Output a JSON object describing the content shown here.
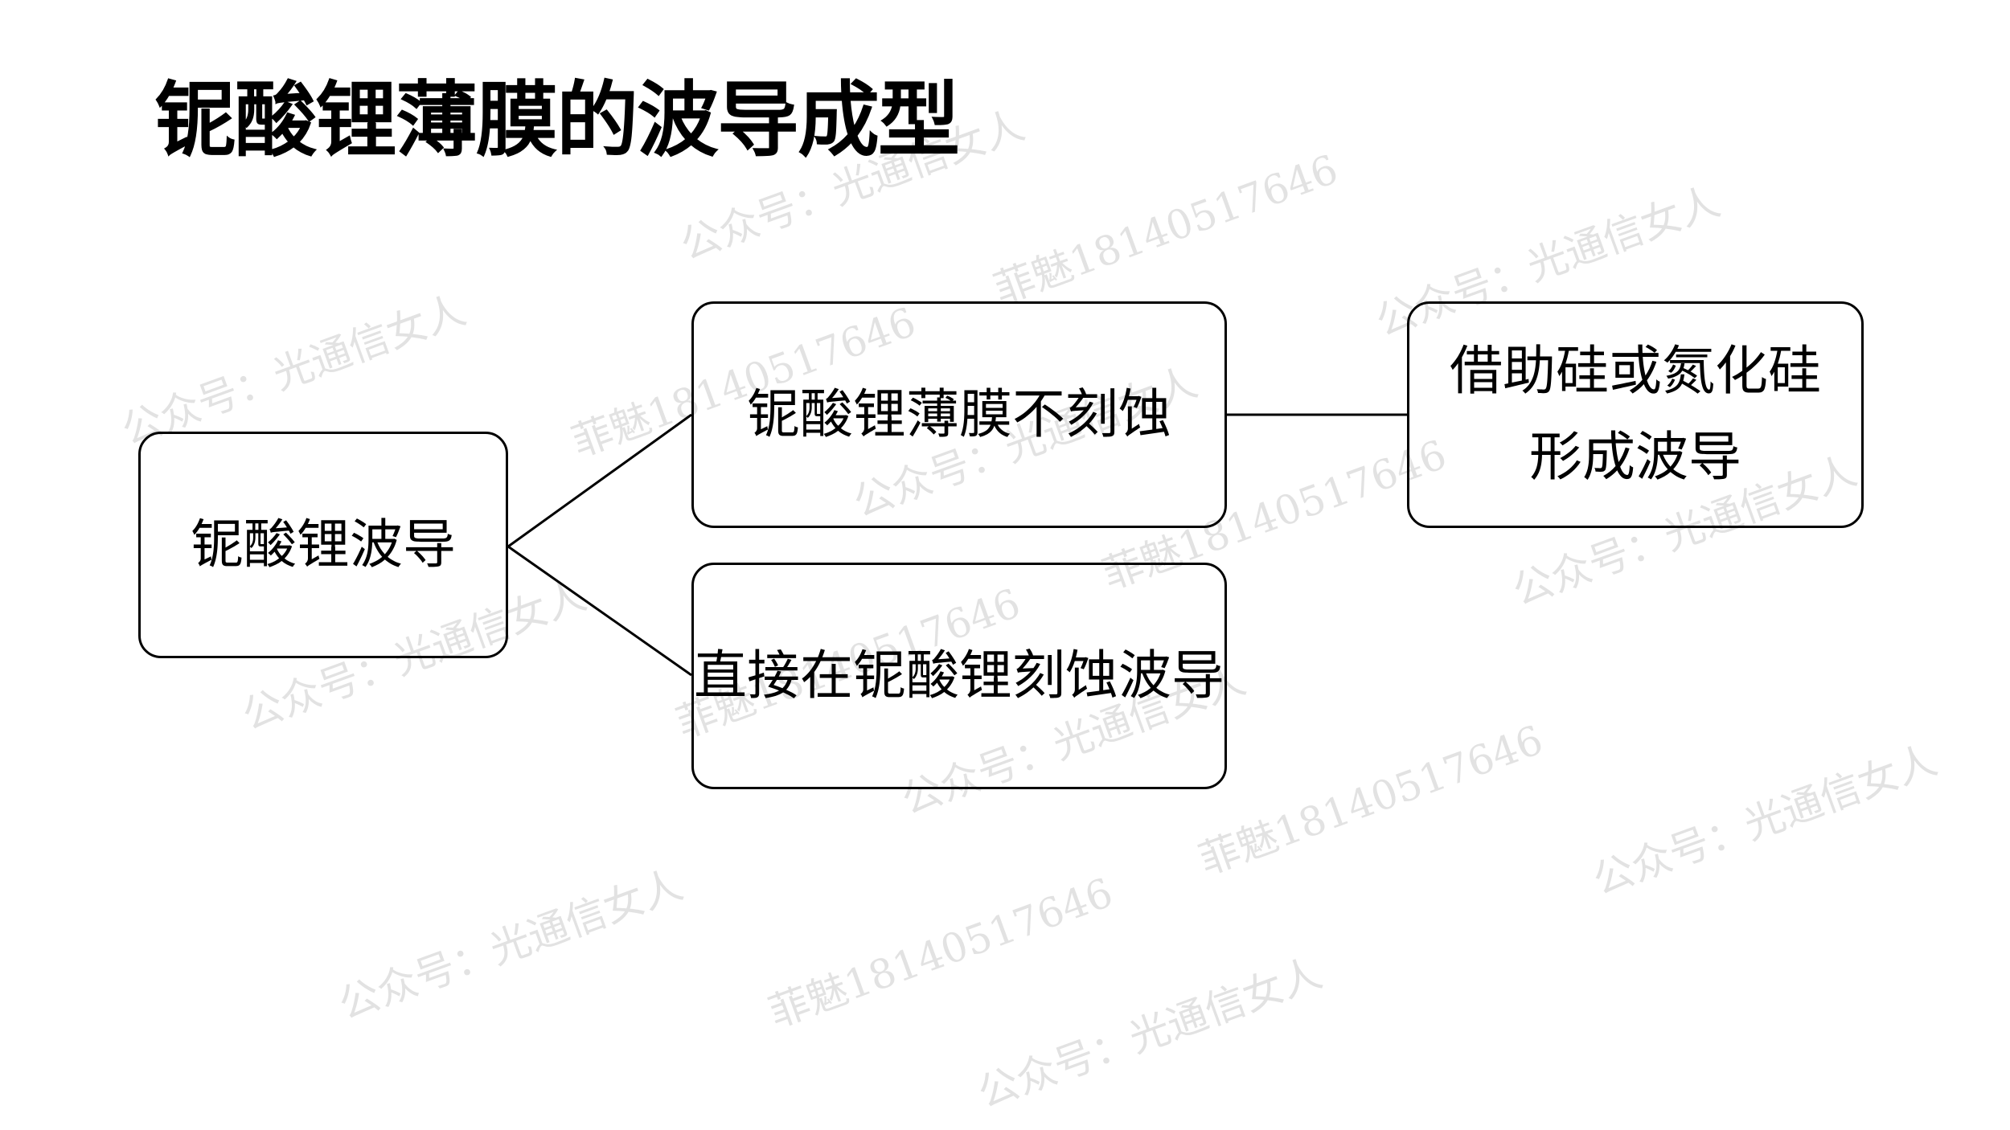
{
  "title": "铌酸锂薄膜的波导成型",
  "nodes": {
    "root": {
      "label": "铌酸锂波导"
    },
    "no_etch": {
      "label": "铌酸锂薄膜不刻蚀"
    },
    "direct_etch": {
      "label": "直接在铌酸锂刻蚀波导"
    },
    "assist": {
      "line1": "借助硅或氮化硅",
      "line2": "形成波导"
    }
  },
  "watermarks": {
    "account": "公众号：光通信女人",
    "contact": "菲魅18140517646"
  }
}
